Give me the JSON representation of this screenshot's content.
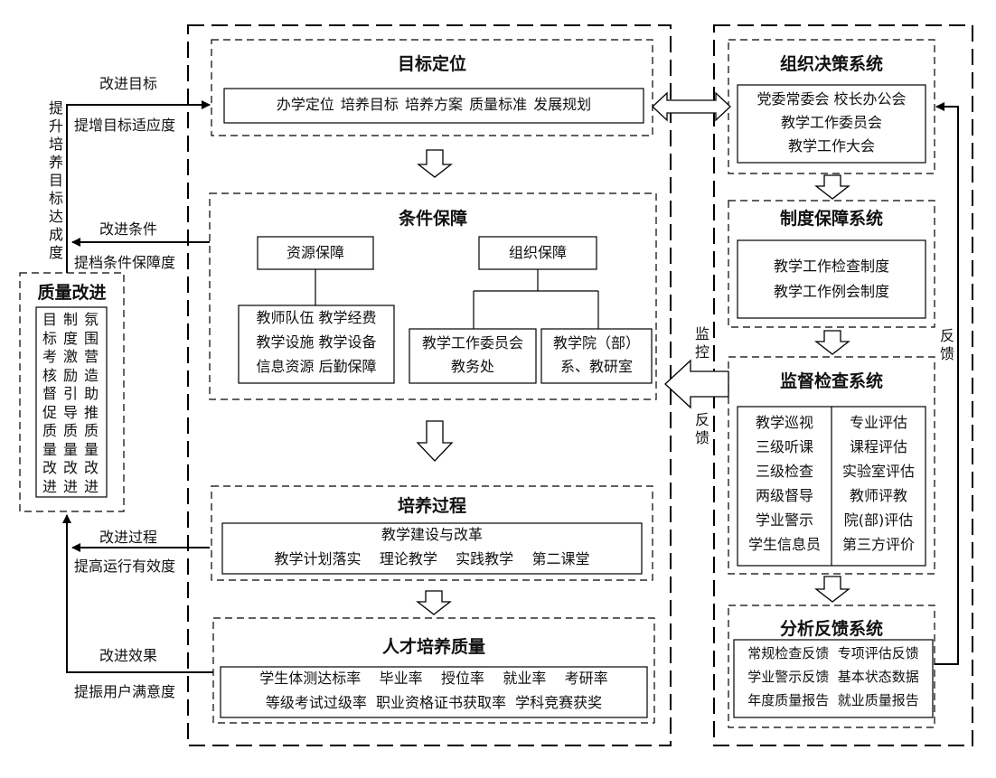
{
  "center": {
    "goal": {
      "title": "目标定位",
      "items": "办学定位  培养目标  培养方案  质量标准  发展规划"
    },
    "condition": {
      "title": "条件保障",
      "resource": {
        "title": "资源保障",
        "lines": [
          "教师队伍 教学经费",
          "教学设施 教学设备",
          "信息资源 后勤保障"
        ]
      },
      "organization": {
        "title": "组织保障",
        "left_lines": [
          "教学工作委员会",
          "教务处"
        ],
        "right_lines": [
          "教学院（部）",
          "系、教研室"
        ]
      }
    },
    "process": {
      "title": "培养过程",
      "lines": [
        "教学建设与改革",
        "教学计划落实    理论教学    实践教学    第二课堂"
      ]
    },
    "quality": {
      "title": "人才培养质量",
      "lines": [
        "学生体测达标率    毕业率    授位率    就业率    考研率",
        "等级考试过级率  职业资格证书获取率  学科竞赛获奖"
      ]
    }
  },
  "right": {
    "decision": {
      "title": "组织决策系统",
      "lines": [
        "党委常委会 校长办公会",
        "教学工作委员会",
        "教学工作大会"
      ]
    },
    "system": {
      "title": "制度保障系统",
      "lines": [
        "教学工作检查制度",
        "教学工作例会制度"
      ]
    },
    "supervision": {
      "title": "监督检查系统",
      "left": [
        "教学巡视",
        "三级听课",
        "三级检查",
        "两级督导",
        "学业警示",
        "学生信息员"
      ],
      "right": [
        "专业评估",
        "课程评估",
        "实验室评估",
        "教师评教",
        "院(部)评估",
        "第三方评价"
      ]
    },
    "feedback": {
      "title": "分析反馈系统",
      "lines": [
        "常规检查反馈  专项评估反馈",
        "学业警示反馈  基本状态数据",
        "年度质量报告  就业质量报告"
      ]
    }
  },
  "left": {
    "title": "质量改进",
    "columns": [
      "目标考核督促质量改进",
      "制度激励引导质量改进",
      "氛围营造助推质量改进"
    ],
    "goal_label1": "改进目标",
    "goal_label2": "提增目标适应度",
    "condition_label1": "改进条件",
    "condition_label2": "提档条件保障度",
    "process_label1": "改进过程",
    "process_label2": "提高运行有效度",
    "effect_label1": "改进效果",
    "effect_label2": "提振用户满意度",
    "vertical_text": "提升培养目标达成度"
  },
  "arrows": {
    "monitor": "监控",
    "feedback": "反馈",
    "right_feedback": "反馈"
  }
}
